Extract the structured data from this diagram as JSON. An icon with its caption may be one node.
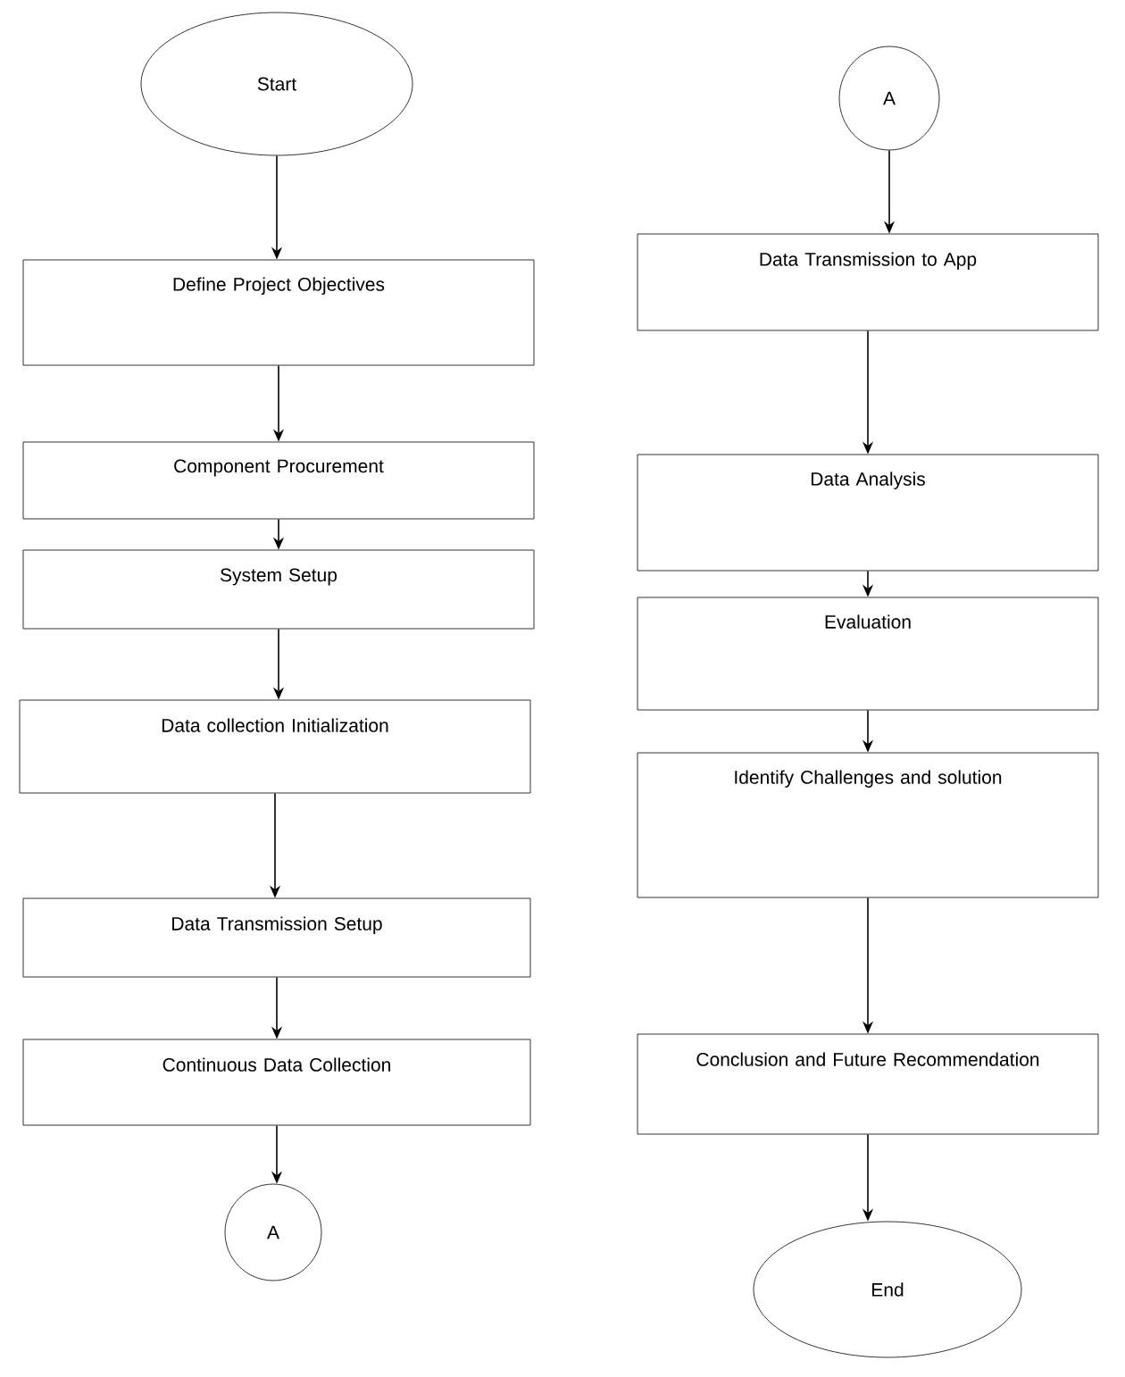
{
  "diagram": {
    "nodes": [
      {
        "text": [
          "Start"
        ]
      },
      {
        "text": [
          "Define Project Objectives"
        ]
      },
      {
        "text": [
          "Component Procurement"
        ]
      },
      {
        "text": [
          "System Setup"
        ]
      },
      {
        "text": [
          "Data collection Initialization"
        ]
      },
      {
        "text": [
          "Data Transmission Setup"
        ]
      },
      {
        "text": [
          "Continuous Data Collection"
        ]
      },
      {
        "text": [
          "A"
        ]
      },
      {
        "text": [
          "A"
        ]
      },
      {
        "text": [
          "Data Transmission to App"
        ]
      },
      {
        "text": [
          "Data Analysis"
        ]
      },
      {
        "text": [
          "Evaluation"
        ]
      },
      {
        "text": [
          "Identify Challenges and solution"
        ]
      },
      {
        "text": [
          "Conclusion and Future Recommendation"
        ]
      },
      {
        "text": [
          "End"
        ]
      }
    ],
    "edges": [
      {
        "from": 0,
        "to": 1,
        "arrow": "to"
      },
      {
        "from": 1,
        "to": 2,
        "arrow": "to"
      },
      {
        "from": 2,
        "to": 3,
        "arrow": "to"
      },
      {
        "from": 3,
        "to": 4,
        "arrow": "to"
      },
      {
        "from": 4,
        "to": 5,
        "arrow": "to"
      },
      {
        "from": 5,
        "to": 6,
        "arrow": "to"
      },
      {
        "from": 6,
        "to": 7,
        "arrow": "to"
      },
      {
        "from": 8,
        "to": 9,
        "arrow": "to"
      },
      {
        "from": 9,
        "to": 10,
        "arrow": "to"
      },
      {
        "from": 10,
        "to": 11,
        "arrow": "to"
      },
      {
        "from": 11,
        "to": 12,
        "arrow": "to"
      },
      {
        "from": 12,
        "to": 13,
        "arrow": "to"
      },
      {
        "from": 13,
        "to": 14,
        "arrow": "to"
      }
    ]
  }
}
